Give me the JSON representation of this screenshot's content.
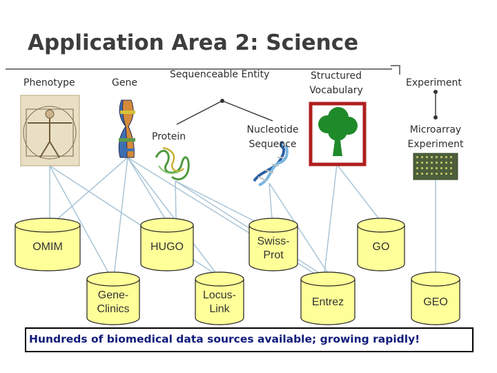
{
  "slide": {
    "title": "Application Area 2: Science",
    "footer": "Hundreds of biomedical data sources available; growing rapidly!"
  },
  "concepts": {
    "phenotype": "Phenotype",
    "gene": "Gene",
    "sequenceable_entity": "Sequenceable Entity",
    "protein": "Protein",
    "nucleotide_sequence_line1": "Nucleotide",
    "nucleotide_sequence_line2": "Sequence",
    "structured_vocabulary_line1": "Structured",
    "structured_vocabulary_line2": "Vocabulary",
    "experiment": "Experiment",
    "microarray_experiment_line1": "Microarray",
    "microarray_experiment_line2": "Experiment"
  },
  "sources": {
    "omim": "OMIM",
    "hugo": "HUGO",
    "swissprot_line1": "Swiss-",
    "swissprot_line2": "Prot",
    "go": "GO",
    "geneclinics_line1": "Gene-",
    "geneclinics_line2": "Clinics",
    "locuslink_line1": "Locus-",
    "locuslink_line2": "Link",
    "entrez": "Entrez",
    "geo": "GEO"
  },
  "colors": {
    "cylinder_fill": "#ffff99",
    "cylinder_stroke": "#222222",
    "wire": "#a9c4d6",
    "footer_text": "#0f1b7a",
    "title": "#3d3d3d"
  }
}
